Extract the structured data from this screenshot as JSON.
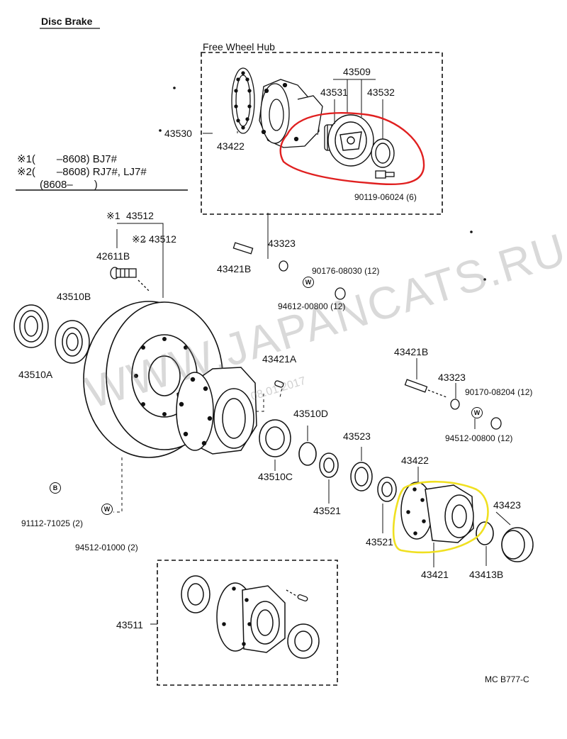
{
  "title": "Disc Brake",
  "free_wheel_hub_title": "Free Wheel Hub",
  "notes": {
    "line1": "※1(　　–8608) BJ7#",
    "line2": "※2(　　–8608) RJ7#, LJ7#",
    "line3": "(8608–　　)"
  },
  "watermark": "WWW.JAPANCATS.RU",
  "watermark_date": "08.01.2017",
  "footer_code": "MC  B777-C",
  "labels": {
    "p43509": "43509",
    "p43531": "43531",
    "p43532": "43532",
    "p43530": "43530",
    "p43422_top": "43422",
    "p90119": "90119-06024 (6)",
    "p43512_1": "43512",
    "p43512_2": "43512",
    "mark1": "※1",
    "mark2": "※2",
    "p42611B": "42611B",
    "p43323_top": "43323",
    "p43421B_top": "43421B",
    "p90176": "90176-08030 (12)",
    "p94612_top": "94612-00800 (12)",
    "p43510B": "43510B",
    "p43510A": "43510A",
    "p43421A": "43421A",
    "p43421B_right": "43421B",
    "p43323_right": "43323",
    "p90170": "90170-08204 (12)",
    "p94512_right": "94512-00800 (12)",
    "p43510D": "43510D",
    "p43510C": "43510C",
    "p43523": "43523",
    "p43521_a": "43521",
    "p43521_b": "43521",
    "p43422_bottom": "43422",
    "p43423": "43423",
    "p43421": "43421",
    "p43413B": "43413B",
    "p91112": "91112-71025 (2)",
    "p94512_bottom": "94512-01000 (2)",
    "p43511": "43511"
  },
  "badges": {
    "b": "B",
    "w": "W"
  },
  "highlight_colors": {
    "red": "#e02020",
    "yellow": "#f0e020"
  }
}
